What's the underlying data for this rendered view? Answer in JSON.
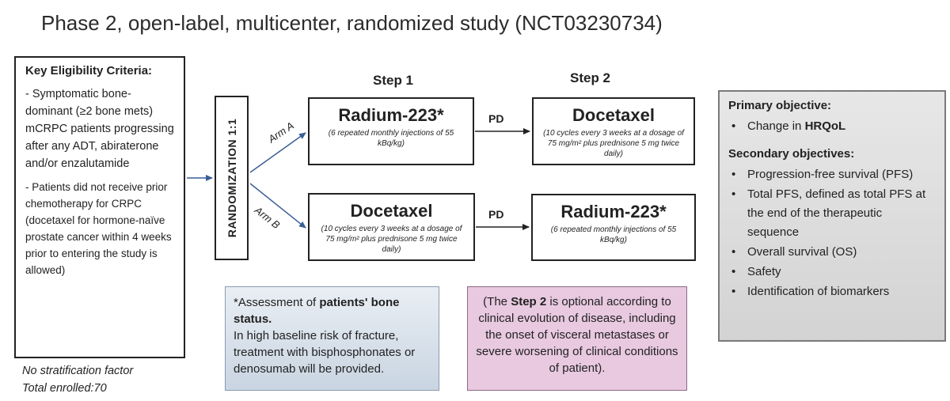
{
  "title": "Phase 2, open-label, multicenter, randomized study (NCT03230734)",
  "eligibility": {
    "heading": "Key Eligibility Criteria:",
    "items": [
      "- Symptomatic bone-dominant (≥2 bone mets) mCRPC patients progressing after any ADT, abiraterone and/or enzalutamide",
      "- Patients did not receive prior chemotherapy for CRPC (docetaxel for hormone-naïve prostate cancer within 4 weeks prior to entering the study is allowed)"
    ]
  },
  "footer": {
    "line1": "No stratification factor",
    "line2": "Total enrolled:70"
  },
  "randomization": "RANDOMIZATION  1:1",
  "steps": {
    "step1": "Step 1",
    "step2": "Step 2"
  },
  "arms": {
    "a": "Arm A",
    "b": "Arm B"
  },
  "pd": "PD",
  "boxes": {
    "a1": {
      "name": "Radium-223*",
      "detail": "(6 repeated monthly injections of 55 kBq/kg)"
    },
    "a2": {
      "name": "Docetaxel",
      "detail": "(10 cycles every 3 weeks at a dosage of 75 mg/m² plus prednisone 5 mg twice daily)"
    },
    "b1": {
      "name": "Docetaxel",
      "detail": "(10 cycles every 3 weeks at a dosage of 75 mg/m² plus prednisone 5 mg twice daily)"
    },
    "b2": {
      "name": "Radium-223*",
      "detail": "(6 repeated monthly injections of 55 kBq/kg)"
    }
  },
  "note_bone": {
    "prefix": "*Assessment of ",
    "bold": "patients' bone status.",
    "rest": "In high baseline risk of fracture, treatment with bisphosphonates or denosumab will be provided."
  },
  "note_step2": {
    "open": "(The ",
    "bold": "Step 2",
    "rest": " is optional according to clinical evolution of disease, including the onset of visceral metastases or severe worsening of clinical conditions of patient)."
  },
  "objectives": {
    "primary_heading": "Primary objective:",
    "primary_prefix": "Change in ",
    "primary_bold": "HRQoL",
    "secondary_heading": "Secondary objectives:",
    "secondary": [
      "Progression-free survival (PFS)",
      "Total PFS, defined as total PFS at the end of the therapeutic sequence",
      "Overall survival (OS)",
      "Safety",
      "Identification of biomarkers"
    ],
    "bullet": "•"
  },
  "colors": {
    "arrow_blue": "#3a5f95",
    "note_blue": "#dbe3ec",
    "note_pink": "#e8c9e0",
    "objectives_gray": "#dcdcdc"
  }
}
